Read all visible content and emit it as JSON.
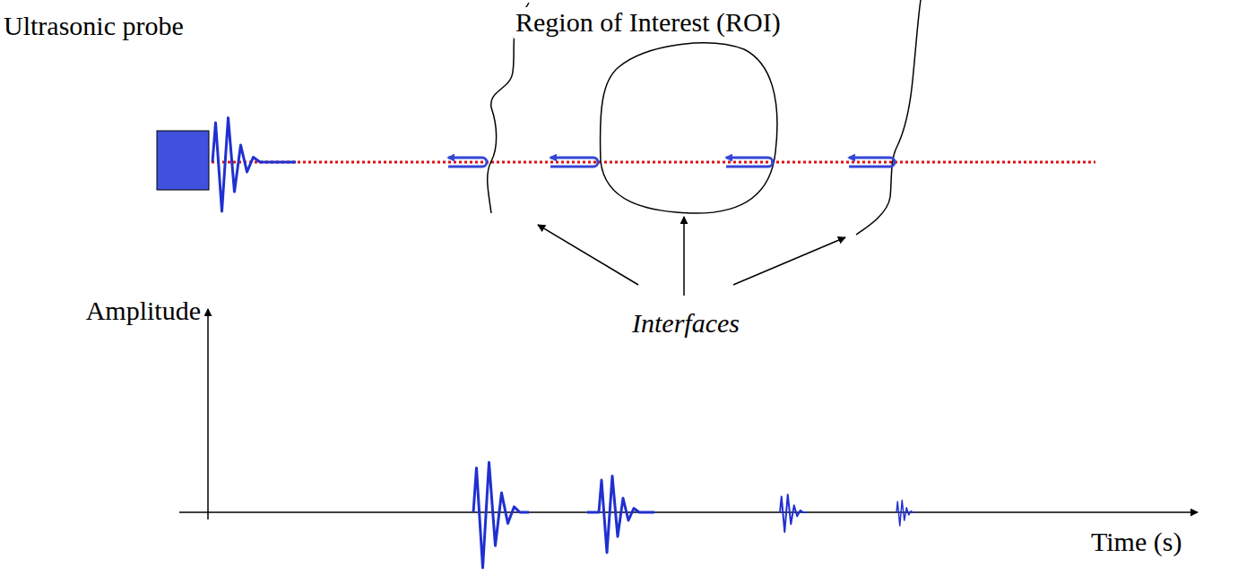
{
  "diagram": {
    "labels": [
      "Ultrasonic probe",
      "Region of Interest (ROI)",
      "Interfaces",
      "Amplitude",
      "Time (s)"
    ]
  }
}
